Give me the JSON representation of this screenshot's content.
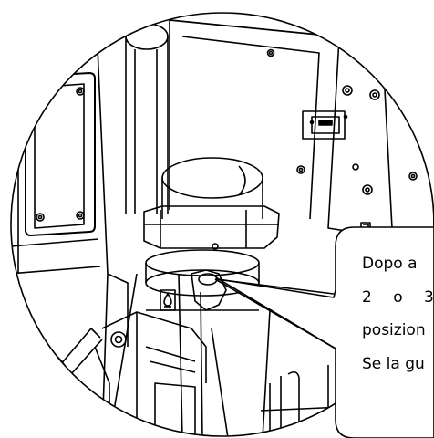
{
  "callout": {
    "lines": [
      "Dopo a",
      "2 o 3",
      "posizion",
      "Se la gu"
    ]
  }
}
